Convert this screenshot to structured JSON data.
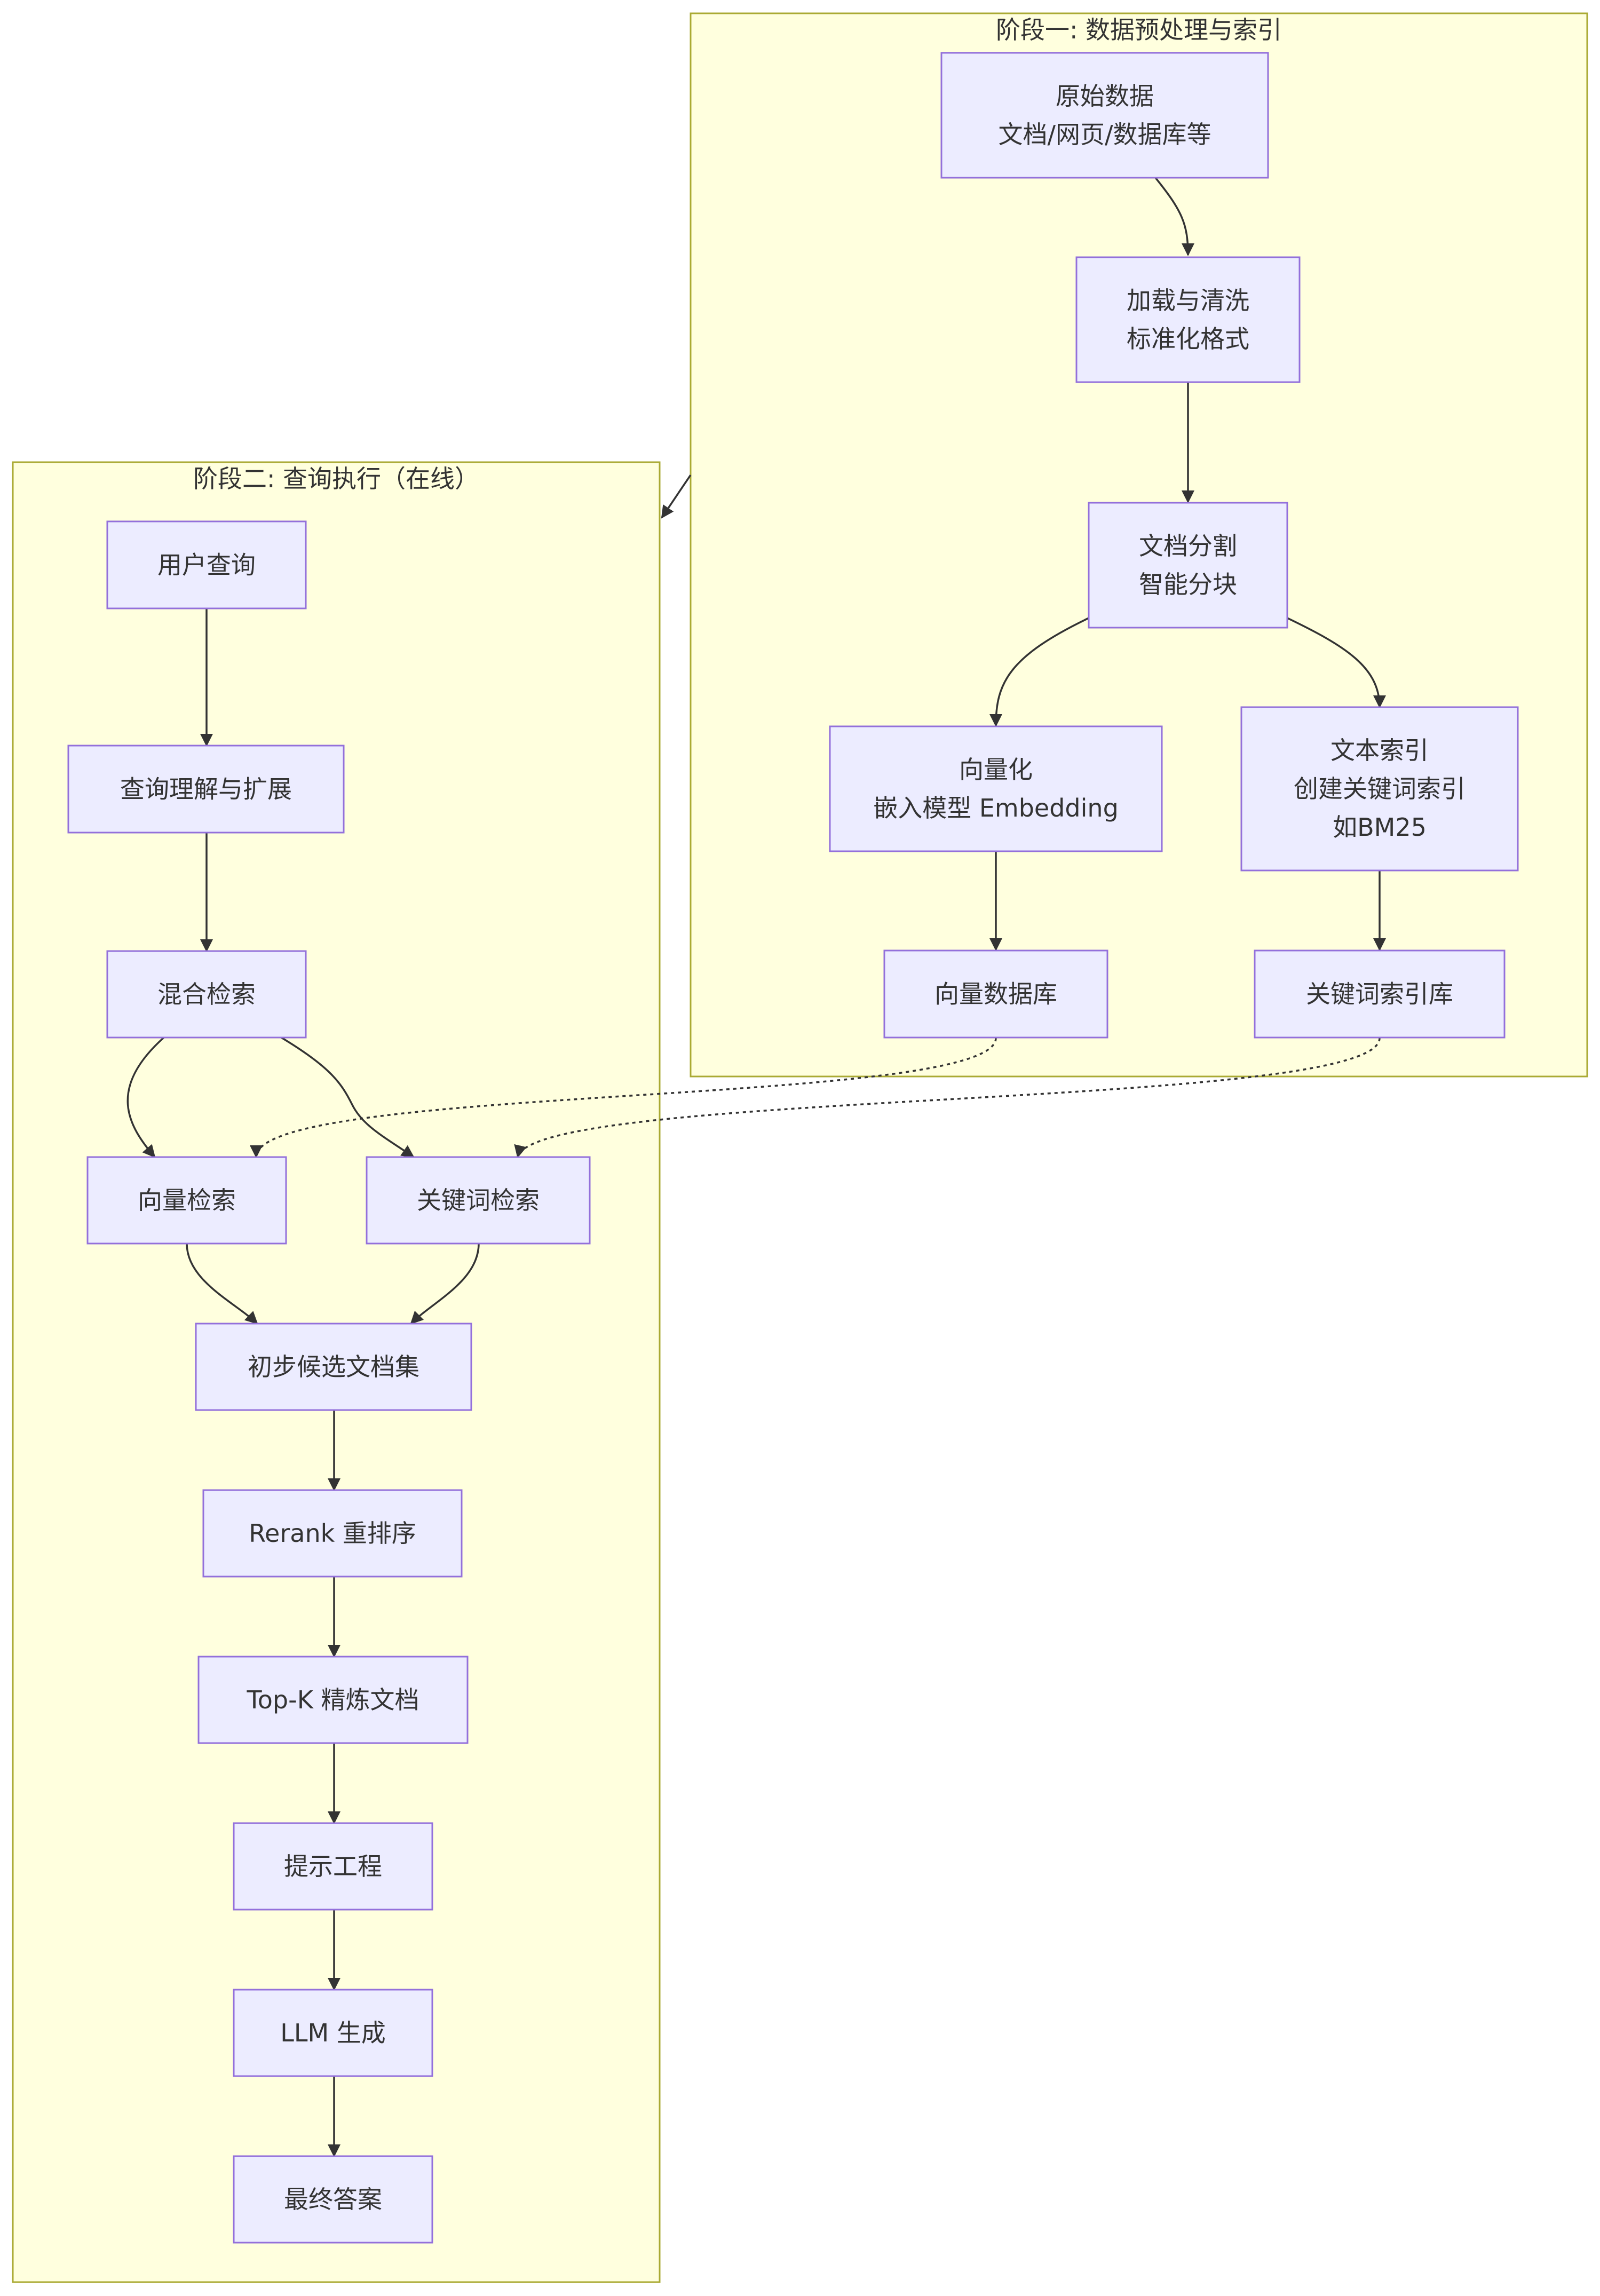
{
  "clusters": {
    "stage1": {
      "title": "阶段一: 数据预处理与索引"
    },
    "stage2": {
      "title": "阶段二: 查询执行（在线）"
    }
  },
  "nodes": {
    "raw_data": {
      "lines": [
        "原始数据",
        "文档/网页/数据库等"
      ]
    },
    "load_clean": {
      "lines": [
        "加载与清洗",
        "标准化格式"
      ]
    },
    "doc_split": {
      "lines": [
        "文档分割",
        "智能分块"
      ]
    },
    "vectorize": {
      "lines": [
        "向量化",
        "嵌入模型 Embedding"
      ]
    },
    "text_index": {
      "lines": [
        "文本索引",
        "创建关键词索引",
        "如BM25"
      ]
    },
    "vector_db": {
      "lines": [
        "向量数据库"
      ]
    },
    "keyword_index_db": {
      "lines": [
        "关键词索引库"
      ]
    },
    "user_query": {
      "lines": [
        "用户查询"
      ]
    },
    "query_understand": {
      "lines": [
        "查询理解与扩展"
      ]
    },
    "hybrid_search": {
      "lines": [
        "混合检索"
      ]
    },
    "vector_search": {
      "lines": [
        "向量检索"
      ]
    },
    "keyword_search": {
      "lines": [
        "关键词检索"
      ]
    },
    "candidates": {
      "lines": [
        "初步候选文档集"
      ]
    },
    "rerank": {
      "lines": [
        "Rerank 重排序"
      ]
    },
    "topk": {
      "lines": [
        "Top-K 精炼文档"
      ]
    },
    "prompt_eng": {
      "lines": [
        "提示工程"
      ]
    },
    "llm_gen": {
      "lines": [
        "LLM 生成"
      ]
    },
    "final_answer": {
      "lines": [
        "最终答案"
      ]
    }
  },
  "colors": {
    "cluster_fill": "#ffffde",
    "cluster_stroke": "#aaaa33",
    "node_fill": "#ececff",
    "node_stroke": "#9370db",
    "edge": "#333333",
    "text": "#333333"
  }
}
